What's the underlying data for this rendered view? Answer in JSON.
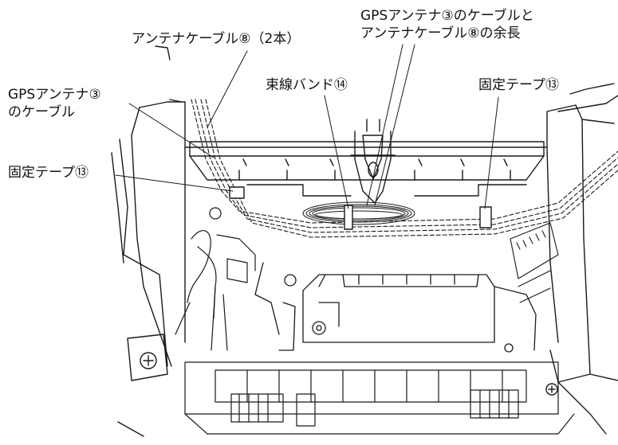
{
  "labels": {
    "antenna_cable": "アンテナケーブル⑧（2本）",
    "gps_cable_line1": "GPSアンテナ③",
    "gps_cable_line2": "のケーブル",
    "fixing_tape_left": "固定テープ⑬",
    "band": "束線バンド⑭",
    "surplus_line1": "GPSアンテナ③のケーブルと",
    "surplus_line2": "アンテナケーブル⑧の余長",
    "fixing_tape_right": "固定テープ⑬"
  },
  "colors": {
    "line": "#1a1a1a",
    "background": "#ffffff"
  }
}
